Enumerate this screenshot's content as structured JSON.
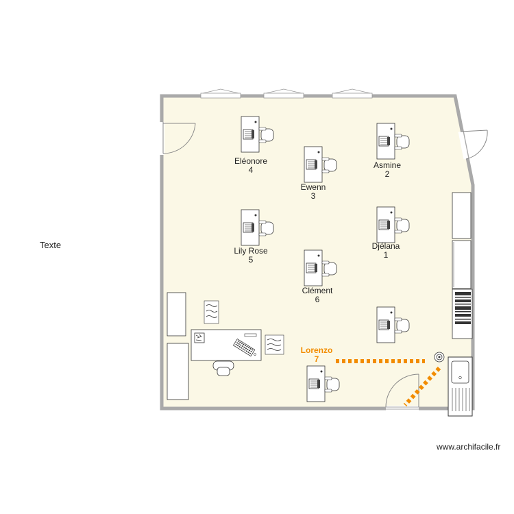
{
  "side_text": "Texte",
  "credit": "www.archifacile.fr",
  "colors": {
    "floor": "#fbf8e6",
    "wall": "#a9a9a9",
    "highlight": "#f28c00"
  },
  "students": [
    {
      "name": "Eléonore",
      "number": "4"
    },
    {
      "name": "Asmine",
      "number": "2"
    },
    {
      "name": "Ewenn",
      "number": "3"
    },
    {
      "name": "Djélana",
      "number": "1"
    },
    {
      "name": "Lily Rose",
      "number": "5"
    },
    {
      "name": "Clément",
      "number": "6"
    },
    {
      "name": "Lorenzo",
      "number": "7"
    }
  ]
}
